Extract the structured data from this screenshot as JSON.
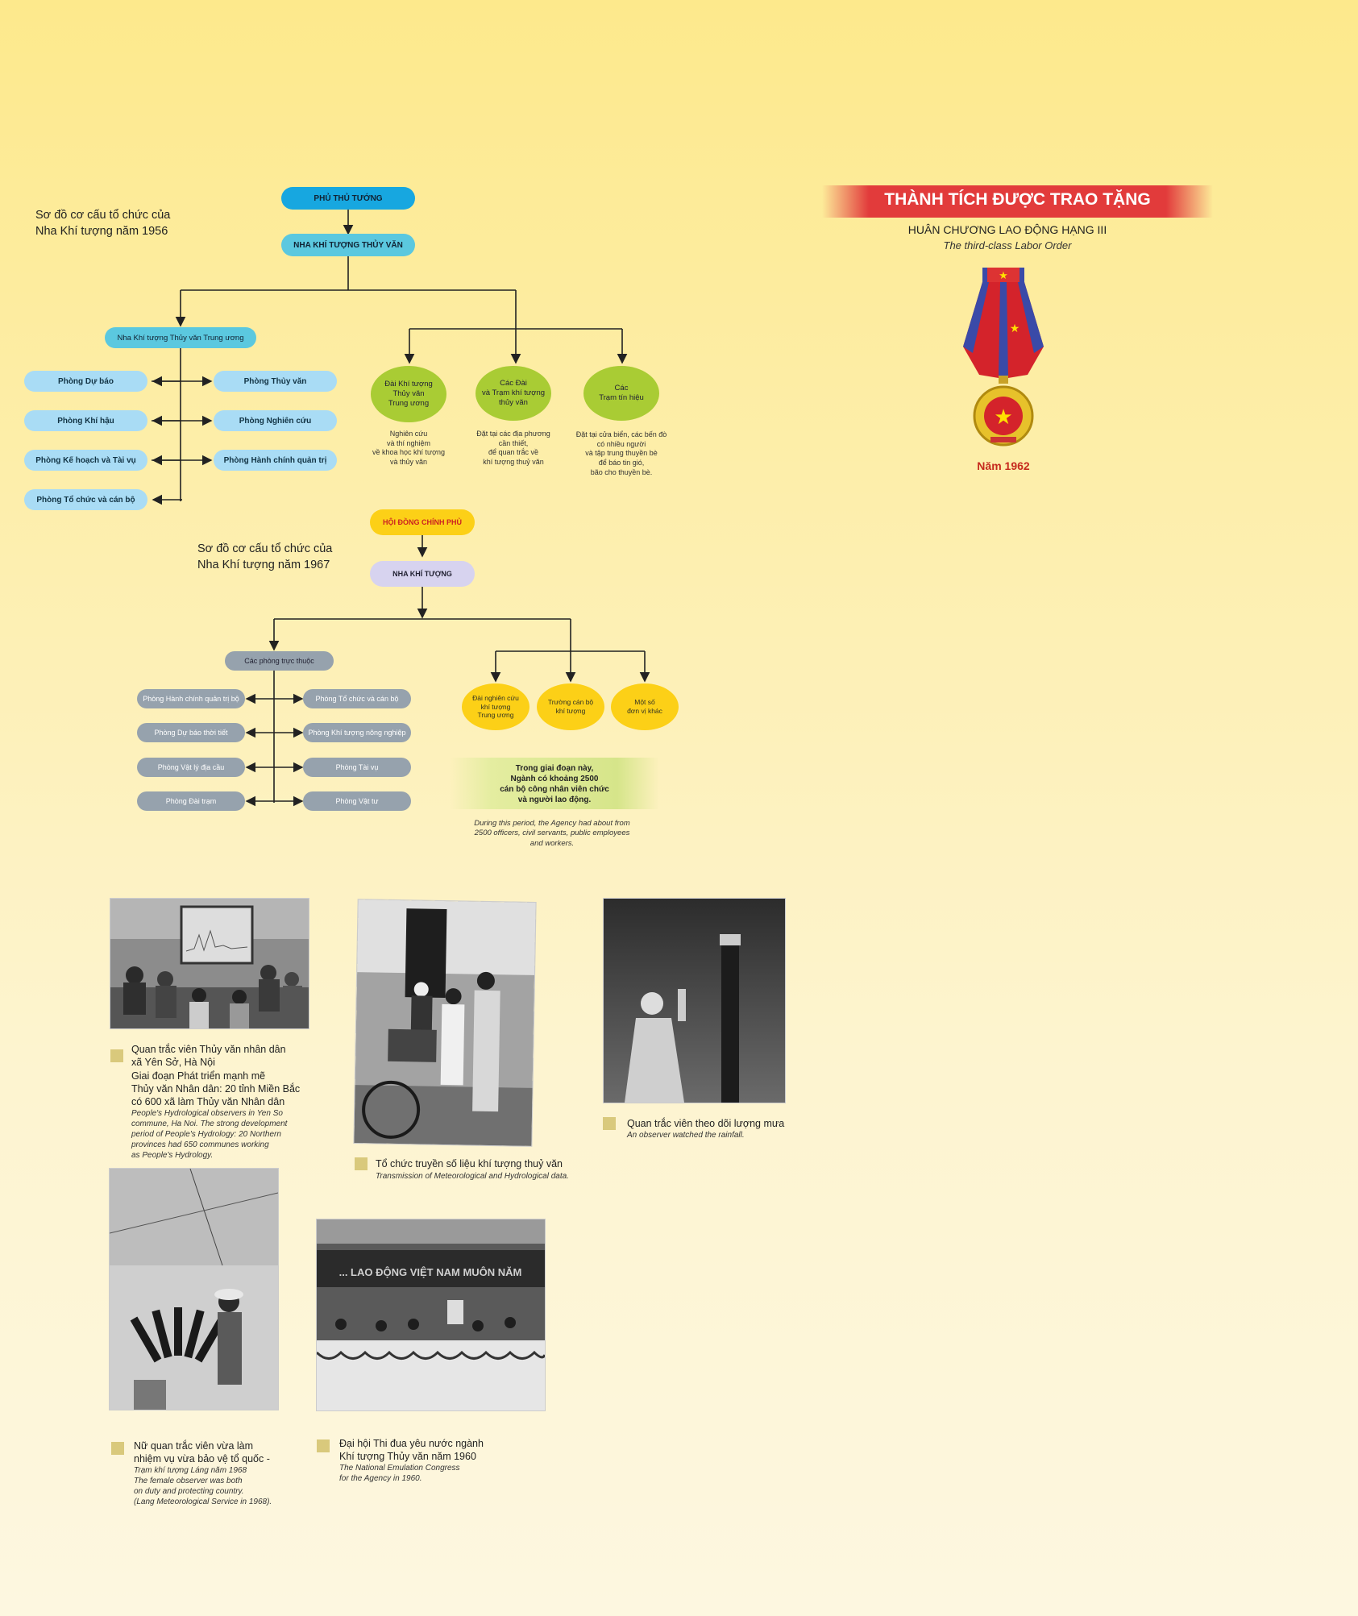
{
  "chart1956": {
    "title": "Sơ đồ cơ cấu tổ chức của\nNha Khí tượng năm 1956",
    "top": "PHỦ THỦ TƯỚNG",
    "second": "NHA KHÍ TƯỢNG THỦY VĂN",
    "central": "Nha Khí tượng Thủy văn Trung ương",
    "left_offices": [
      "Phòng Dự báo",
      "Phòng Khí hậu",
      "Phòng Kế hoạch và Tài vụ",
      "Phòng Tổ chức và cán bộ"
    ],
    "right_offices": [
      "Phòng Thủy văn",
      "Phòng Nghiên cứu",
      "Phòng Hành chính quản trị"
    ],
    "units": [
      {
        "label": "Đài Khí tượng\nThủy văn\nTrung ương",
        "desc": "Nghiên cứu\nvà thí nghiệm\nvề khoa học khí tượng\nvà thủy văn"
      },
      {
        "label": "Các Đài\nvà Trạm khí tượng\nthủy văn",
        "desc": "Đặt tại các địa phương\ncần thiết,\nđể quan trắc về\nkhí tượng thuỷ văn"
      },
      {
        "label": "Các\nTrạm tín hiệu",
        "desc": "Đặt tại cửa biển, các bến đò\ncó nhiều người\nvà tập trung thuyền bè\nđể báo tin gió,\nbão cho thuyền bè."
      }
    ]
  },
  "chart1967": {
    "title": "Sơ đồ cơ cấu tổ chức của\nNha Khí tượng năm 1967",
    "top": "HỘI ĐỒNG CHÍNH PHỦ",
    "second": "NHA KHÍ TƯỢNG",
    "branch": "Các phòng trực thuộc",
    "left_offices": [
      "Phòng Hành chính quản trị bộ",
      "Phòng Dự báo thời tiết",
      "Phòng Vật lý địa cầu",
      "Phòng Đài trạm"
    ],
    "right_offices": [
      "Phòng Tổ chức và cán bộ",
      "Phòng Khí tượng nông nghiệp",
      "Phòng Tài vụ",
      "Phòng Vật tư"
    ],
    "units": [
      "Đài nghiên cứu\nkhí tượng\nTrung ương",
      "Trường cán bộ\nkhí tượng",
      "Một số\nđơn vị khác"
    ],
    "note_vi": "Trong giai đoạn này,\nNgành có khoảng 2500\ncán bộ công nhân viên chức\nvà người lao động.",
    "note_en": "During this period, the Agency had about from\n2500 officers, civil servants, public employees\nand workers."
  },
  "award": {
    "heading": "THÀNH TÍCH ĐƯỢC TRAO TẶNG",
    "name_vi": "HUÂN CHƯƠNG LAO ĐỘNG HẠNG III",
    "name_en": "The third-class Labor Order",
    "year": "Năm 1962"
  },
  "photos": [
    {
      "cap_vi": "Quan trắc viên Thủy văn nhân dân\nxã Yên Sở, Hà Nội\nGiai đoạn Phát triển mạnh mẽ\nThủy văn Nhân dân: 20 tỉnh Miền Bắc\ncó 600 xã làm Thủy văn Nhân dân",
      "cap_en": "People's Hydrological observers in Yen So\ncommune, Ha Noi. The strong development\nperiod of People's Hydrology: 20 Northern\nprovinces had 650 communes working\nas People's Hydrology."
    },
    {
      "cap_vi": "Tổ chức truyền số liệu khí tượng thuỷ văn",
      "cap_en": "Transmission of Meteorological and Hydrological data."
    },
    {
      "cap_vi": "Quan trắc viên theo dõi lượng mưa",
      "cap_en": "An observer watched the rainfall."
    },
    {
      "cap_vi": "Nữ quan trắc viên vừa làm\nnhiệm vụ vừa bảo vệ tổ quốc -",
      "cap_en": "Trạm khí tượng Láng năm 1968\nThe female observer was both\non duty and protecting country.\n(Lang Meteorological Service in 1968)."
    },
    {
      "cap_vi": "Đại hội Thi đua yêu nước ngành\nKhí tượng Thủy văn năm 1960",
      "cap_en": "The National Emulation Congress\nfor the Agency in 1960."
    }
  ],
  "banner_text": "... LAO ĐỘNG VIỆT NAM MUÔN NĂM"
}
